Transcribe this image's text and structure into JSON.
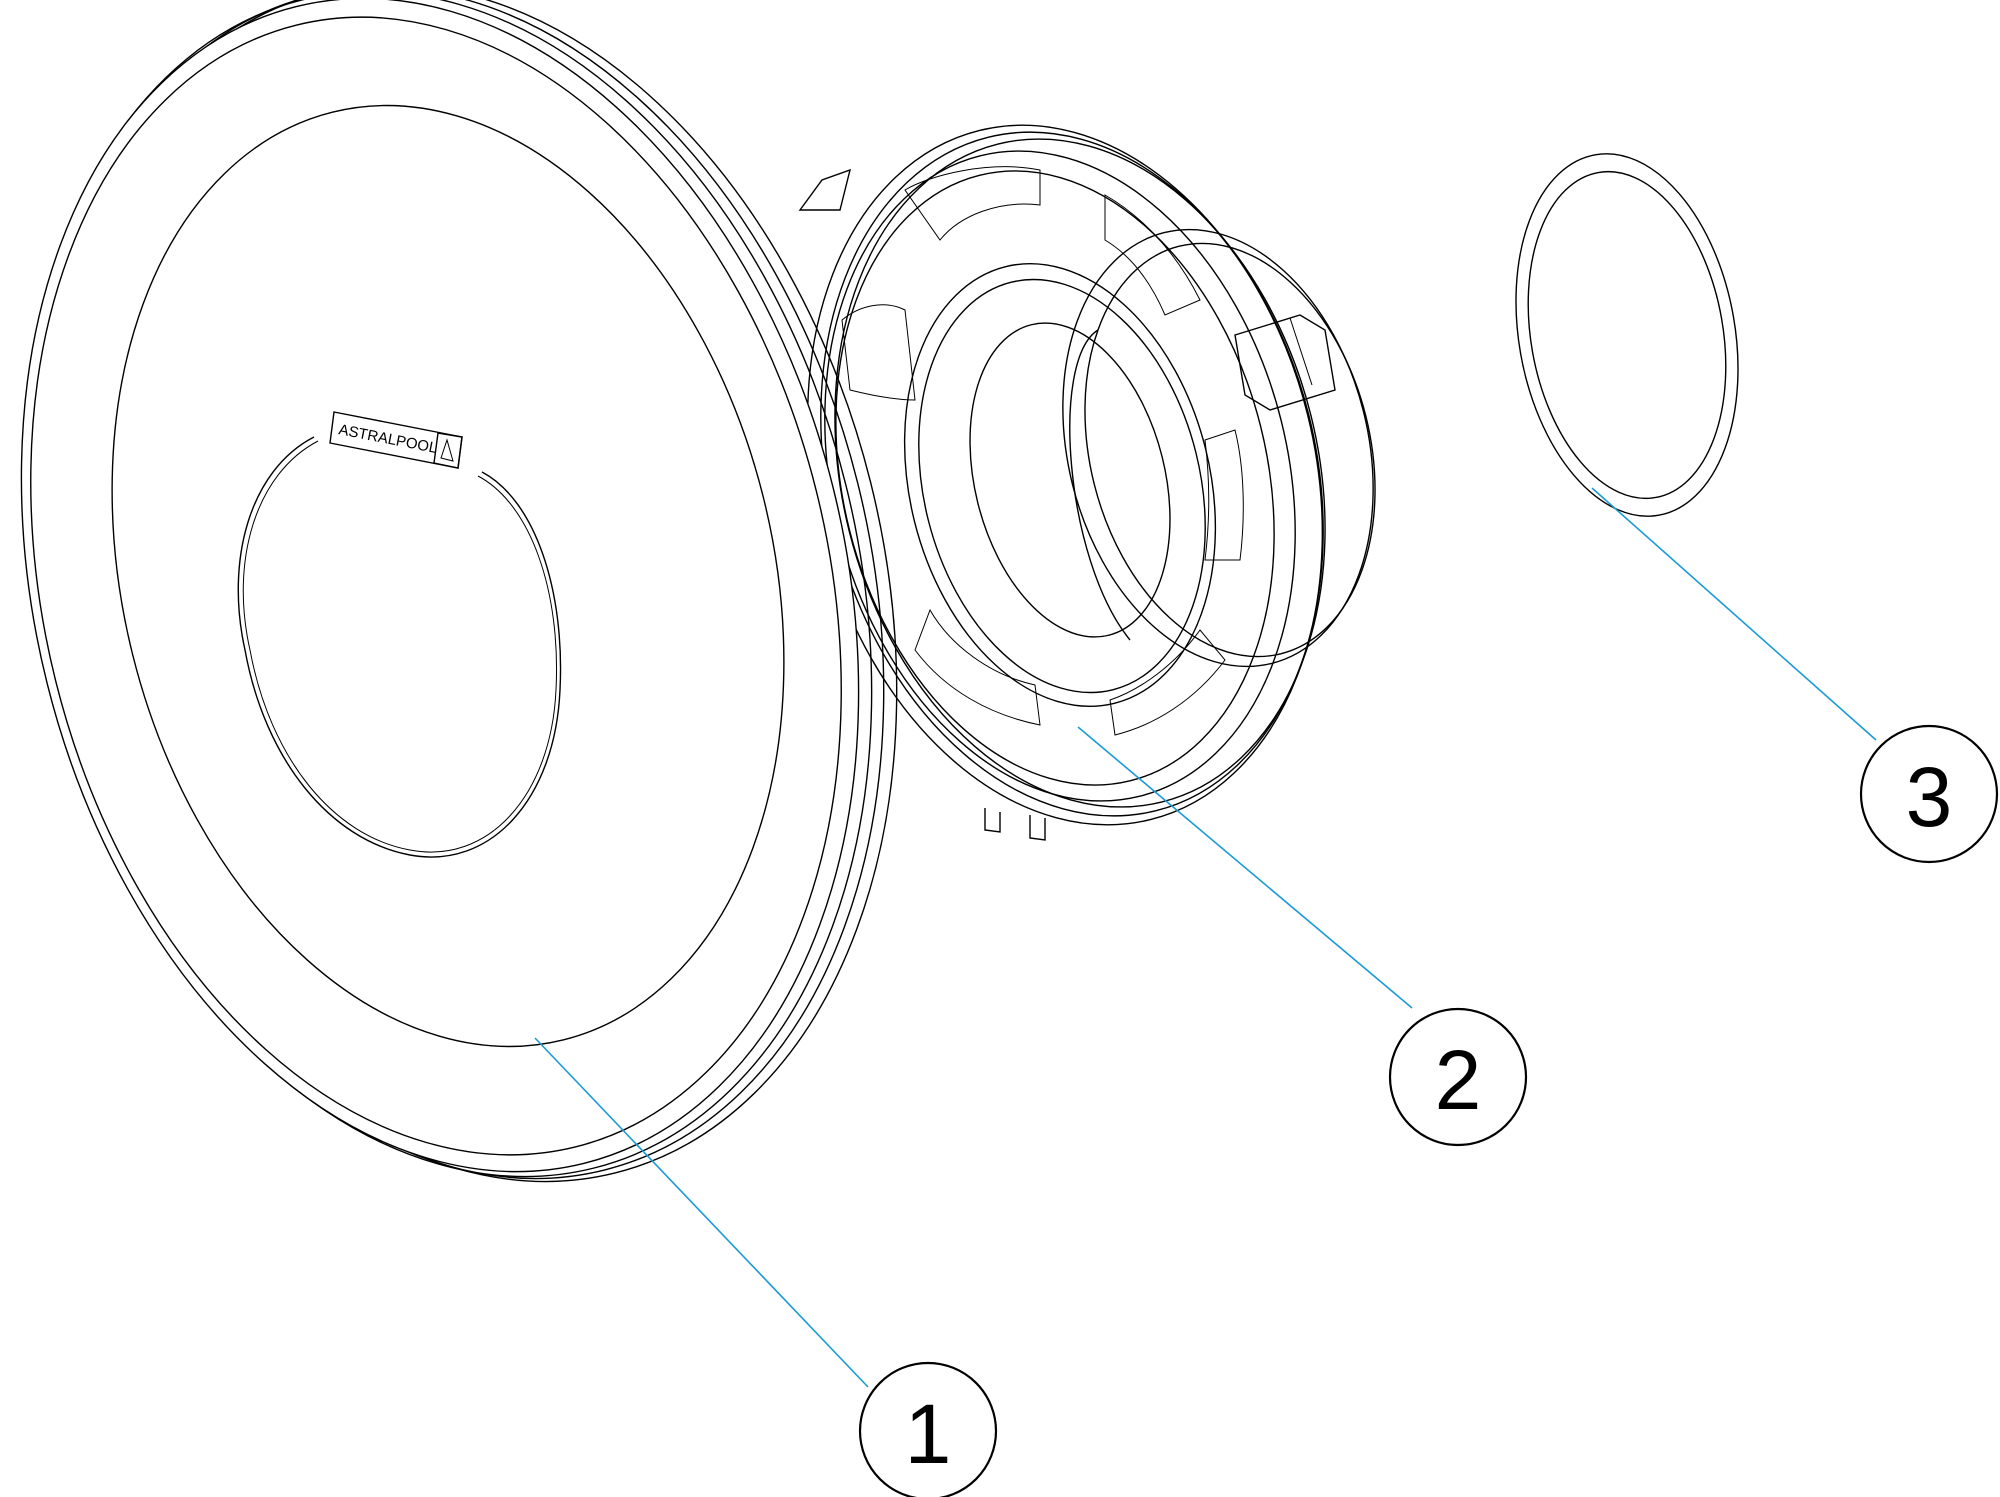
{
  "brand": {
    "label": "ASTRALPOOL"
  },
  "callouts": [
    {
      "number": "1",
      "part": "cover"
    },
    {
      "number": "2",
      "part": "body"
    },
    {
      "number": "3",
      "part": "gasket"
    }
  ],
  "colors": {
    "line": "#000000",
    "leader": "#1a9ad6",
    "background": "#ffffff"
  }
}
